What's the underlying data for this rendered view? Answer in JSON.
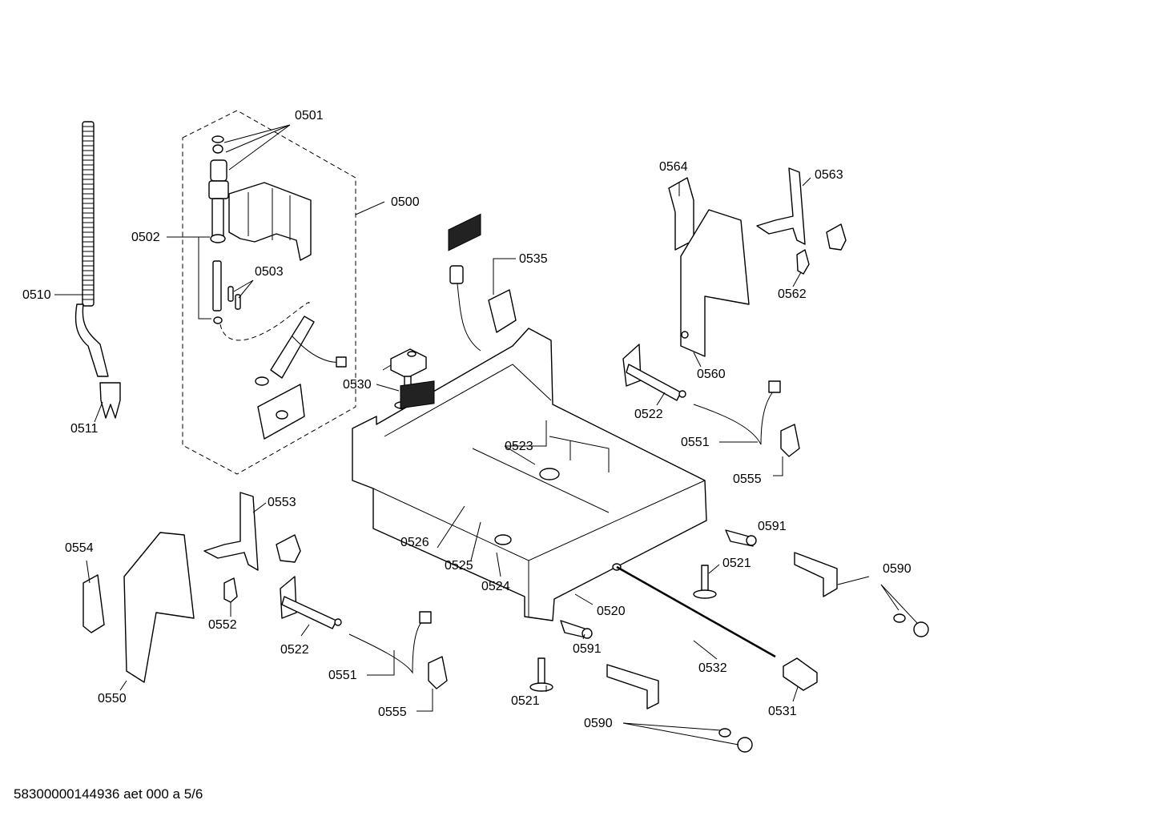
{
  "labels": {
    "l0500": "0500",
    "l0501": "0501",
    "l0502": "0502",
    "l0503": "0503",
    "l0510": "0510",
    "l0511": "0511",
    "l0520": "0520",
    "l0521a": "0521",
    "l0521b": "0521",
    "l0522a": "0522",
    "l0522b": "0522",
    "l0523": "0523",
    "l0524": "0524",
    "l0525": "0525",
    "l0526": "0526",
    "l0530": "0530",
    "l0531": "0531",
    "l0532": "0532",
    "l0535": "0535",
    "l0550": "0550",
    "l0551a": "0551",
    "l0551b": "0551",
    "l0552": "0552",
    "l0553": "0553",
    "l0554": "0554",
    "l0555a": "0555",
    "l0555b": "0555",
    "l0560": "0560",
    "l0562": "0562",
    "l0563": "0563",
    "l0564": "0564",
    "l0590a": "0590",
    "l0590b": "0590",
    "l0591a": "0591",
    "l0591b": "0591"
  },
  "footer": {
    "doc_id": "58300000144936 aet 000 a 5/6"
  }
}
